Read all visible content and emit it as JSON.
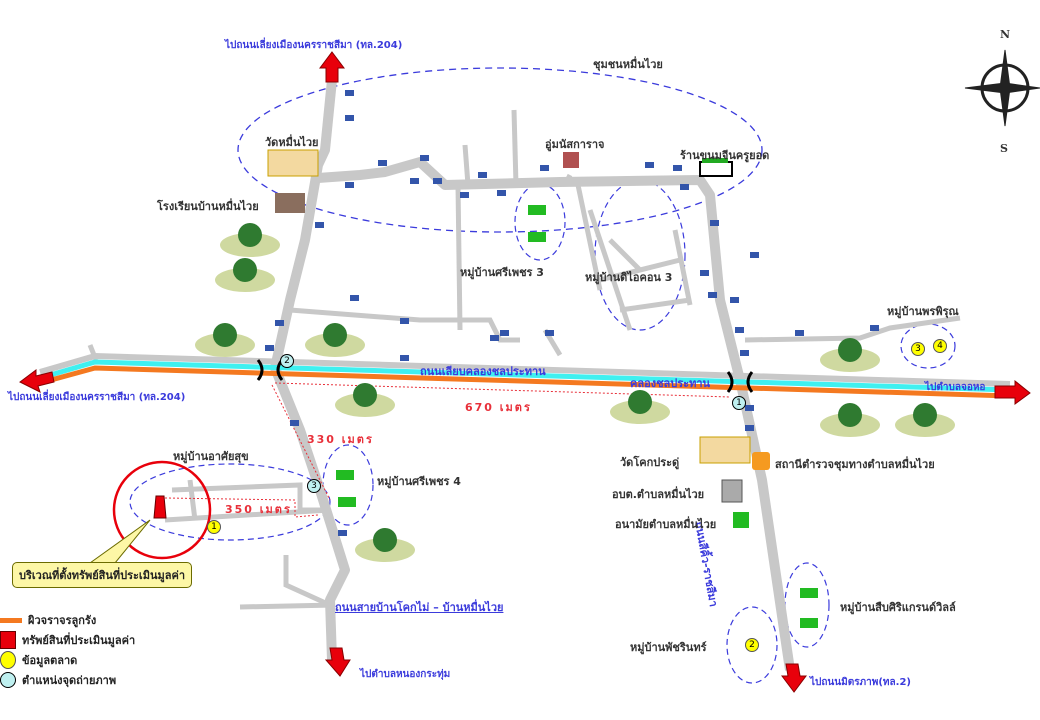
{
  "title": "ชุมชนหมื่นไวย",
  "compass": {
    "north": "N",
    "south": "S"
  },
  "directions": {
    "north_top": "ไปถนนเลี่ยงเมืองนครราชสีมา (ทล.204)",
    "west": "ไปถนนเลี่ยงเมืองนครราชสีมา (ทล.204)",
    "east": "ไปตำบลจอหอ",
    "south_left": "ไปตำบลหนองกระทุ่ม",
    "south_right": "ไปถนนมิตรภาพ(ทล.2)"
  },
  "roads": {
    "canal_road": "ถนนเลียบคลองชลประทาน",
    "canal": "คลองชลประทาน",
    "right_road": "ถนนสีคิ้ว-ราชสีมา",
    "bottom_road": "ถนนสายบ้านโคกไม่ – บ้านหมื่นไวย"
  },
  "places": {
    "wat_muen_wai": "วัดหมื่นไวย",
    "school": "โรงเรียนบ้านหมื่นไวย",
    "garage": "อู่มนัสการาจ",
    "shop": "ร้านขนมจีนครูยอด",
    "sriphet3": "หมู่บ้านศรีเพชร 3",
    "dicon3": "หมู่บ้านดิไอคอน 3",
    "phonphirun": "หมู่บ้านพรพิรุณ",
    "arsaisuk": "หมู่บ้านอาศัยสุข",
    "sriphet4": "หมู่บ้านศรีเพชร 4",
    "wat_khok": "วัดโคกประดู่",
    "police": "สถานีตำรวจชุมทางตำบลหมื่นไวย",
    "obt": "อบต.ตำบลหมื่นไวย",
    "health": "อนามัยตำบลหมื่นไวย",
    "suebsiri": "หมู่บ้านสืบศิริแกรนด์วิลล์",
    "phatcharin": "หมู่บ้านพัชรินทร์"
  },
  "distances": {
    "d670": "670 เมตร",
    "d330": "330 เมตร",
    "d350": "350 เมตร"
  },
  "markers": {
    "m1": "1",
    "m2": "2",
    "m3": "3",
    "m4": "4"
  },
  "callout": "บริเวณที่ตั้งทรัพย์สินที่ประเมินมูลค่า",
  "legend": [
    {
      "label": "ผิวจราจรลูกรัง",
      "color": "#f47920"
    },
    {
      "label": "ทรัพย์สินที่ประเมินมูลค่า",
      "color": "#e8000b"
    },
    {
      "label": "ข้อมูลตลาด",
      "color": "#ffff00"
    },
    {
      "label": "ตำแหน่งจุดถ่ายภาพ",
      "color": "#bff0f0"
    }
  ]
}
